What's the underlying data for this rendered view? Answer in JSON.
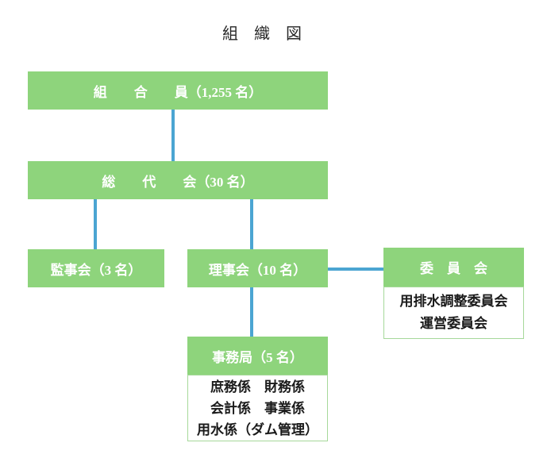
{
  "title": "組　織　図",
  "colors": {
    "box_green": "#8ED47C",
    "connector_blue": "#4BA5D2",
    "body_border_green": "#A6D89A",
    "box_text": "#FFFFFF",
    "body_text": "#1A1A1A"
  },
  "nodes": {
    "members": {
      "label": "組　　合　　員（1,255 名）"
    },
    "representatives": {
      "label": "総　　代　　会（30 名）"
    },
    "auditors": {
      "label": "監事会（3 名）"
    },
    "directors": {
      "label": "理事会（10 名）"
    },
    "committee": {
      "label": "委　員　会",
      "items": [
        "用排水調整委員会",
        "運営委員会"
      ]
    },
    "secretariat": {
      "label": "事務局（5 名）",
      "items": [
        "庶務係　財務係",
        "会計係　事業係",
        "用水係（ダム管理）"
      ]
    }
  }
}
